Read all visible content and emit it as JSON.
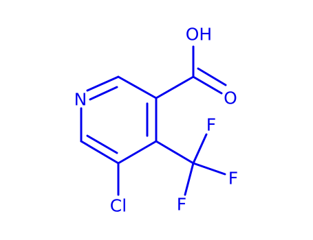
{
  "molecule": {
    "atoms": {
      "n": "N",
      "oh": "OH",
      "o": "O",
      "cl": "Cl",
      "f_top": "F",
      "f_right": "F",
      "f_bottom": "F"
    }
  },
  "colors": {
    "bond": "#0000ee",
    "atom_label": "#0000ee",
    "background": "#ffffff"
  }
}
